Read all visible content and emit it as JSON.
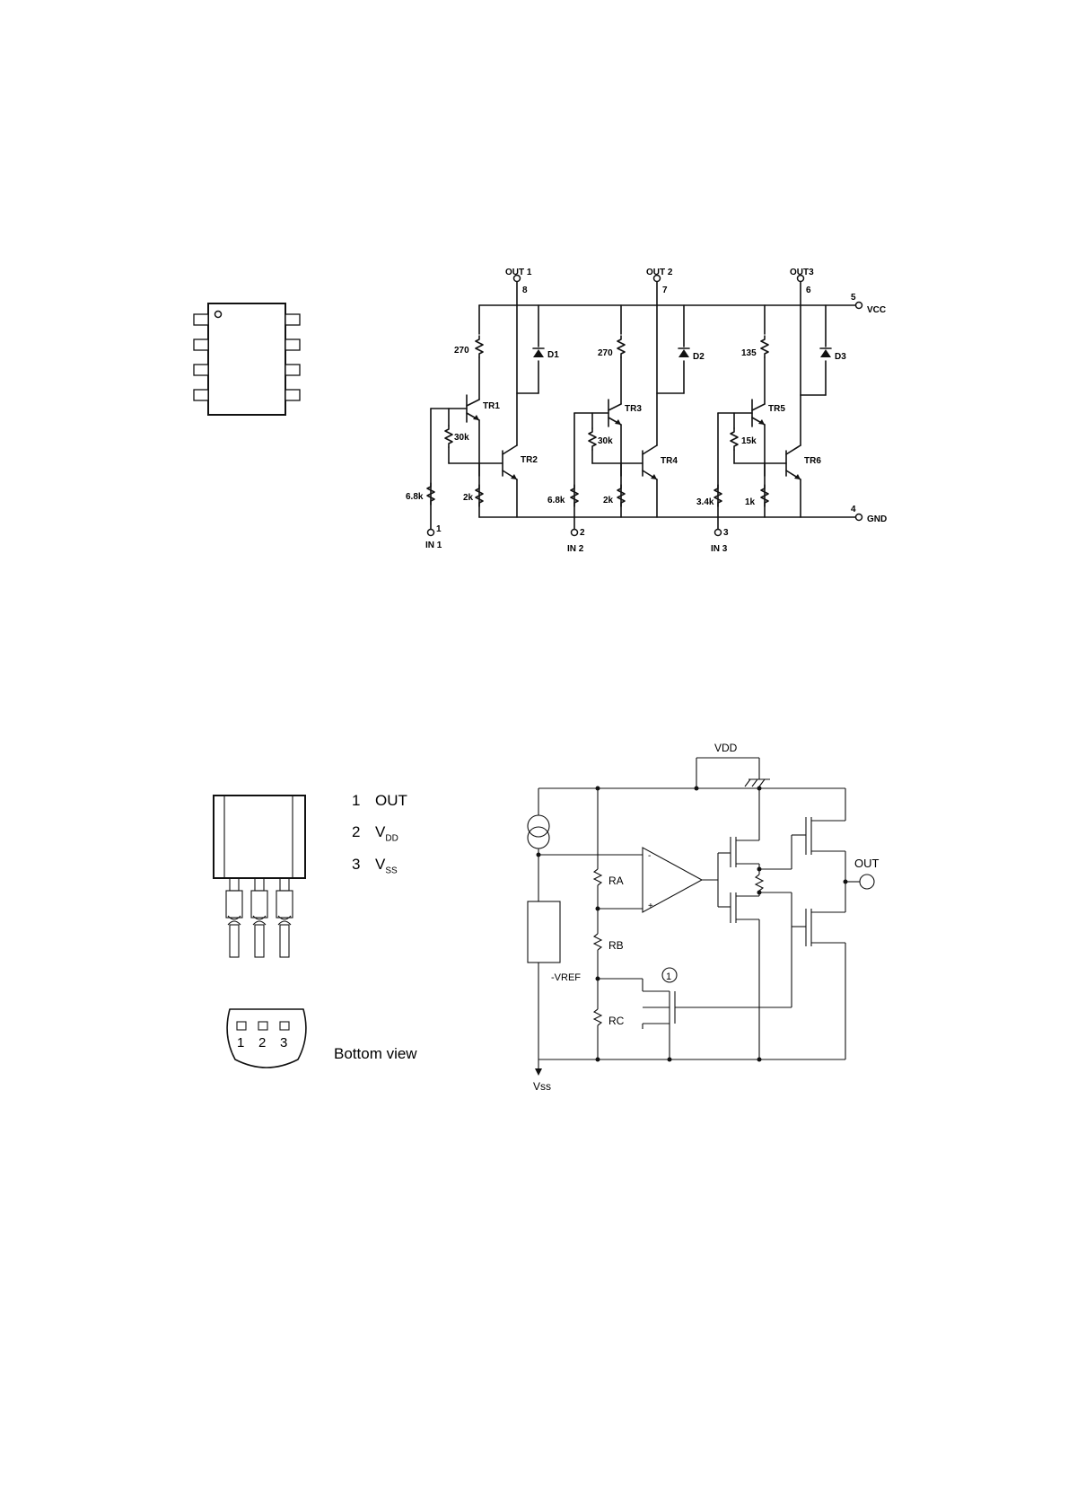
{
  "circuit1": {
    "outputs": [
      {
        "label": "OUT 1",
        "pin": "8"
      },
      {
        "label": "OUT 2",
        "pin": "7"
      },
      {
        "label": "OUT3",
        "pin": "6"
      }
    ],
    "inputs": [
      {
        "label": "IN 1",
        "pin": "1"
      },
      {
        "label": "IN 2",
        "pin": "2"
      },
      {
        "label": "IN 3",
        "pin": "3"
      }
    ],
    "vcc": {
      "pin": "5",
      "label": "VCC"
    },
    "gnd": {
      "pin": "4",
      "label": "GND"
    },
    "collector_resistors": [
      "270",
      "270",
      "135"
    ],
    "base_resistors": [
      "30k",
      "30k",
      "15k"
    ],
    "input_resistors": [
      "6.8k",
      "6.8k",
      "3.4k"
    ],
    "emitter_resistors": [
      "2k",
      "2k",
      "1k"
    ],
    "diodes": [
      "D1",
      "D2",
      "D3"
    ],
    "transistors_upper": [
      "TR1",
      "TR3",
      "TR5"
    ],
    "transistors_lower": [
      "TR2",
      "TR4",
      "TR6"
    ]
  },
  "package_legend": [
    {
      "num": "1",
      "name": "OUT",
      "sub": ""
    },
    {
      "num": "2",
      "name": "V",
      "sub": "DD"
    },
    {
      "num": "3",
      "name": "V",
      "sub": "SS"
    }
  ],
  "bottom_view": {
    "pins": [
      "1",
      "2",
      "3"
    ],
    "caption": "Bottom view"
  },
  "circuit2": {
    "vdd": "VDD",
    "vss": "Vss",
    "vref": "-VREF",
    "resistors": [
      "RA",
      "RB",
      "RC"
    ],
    "out": "OUT",
    "marker": "1"
  }
}
